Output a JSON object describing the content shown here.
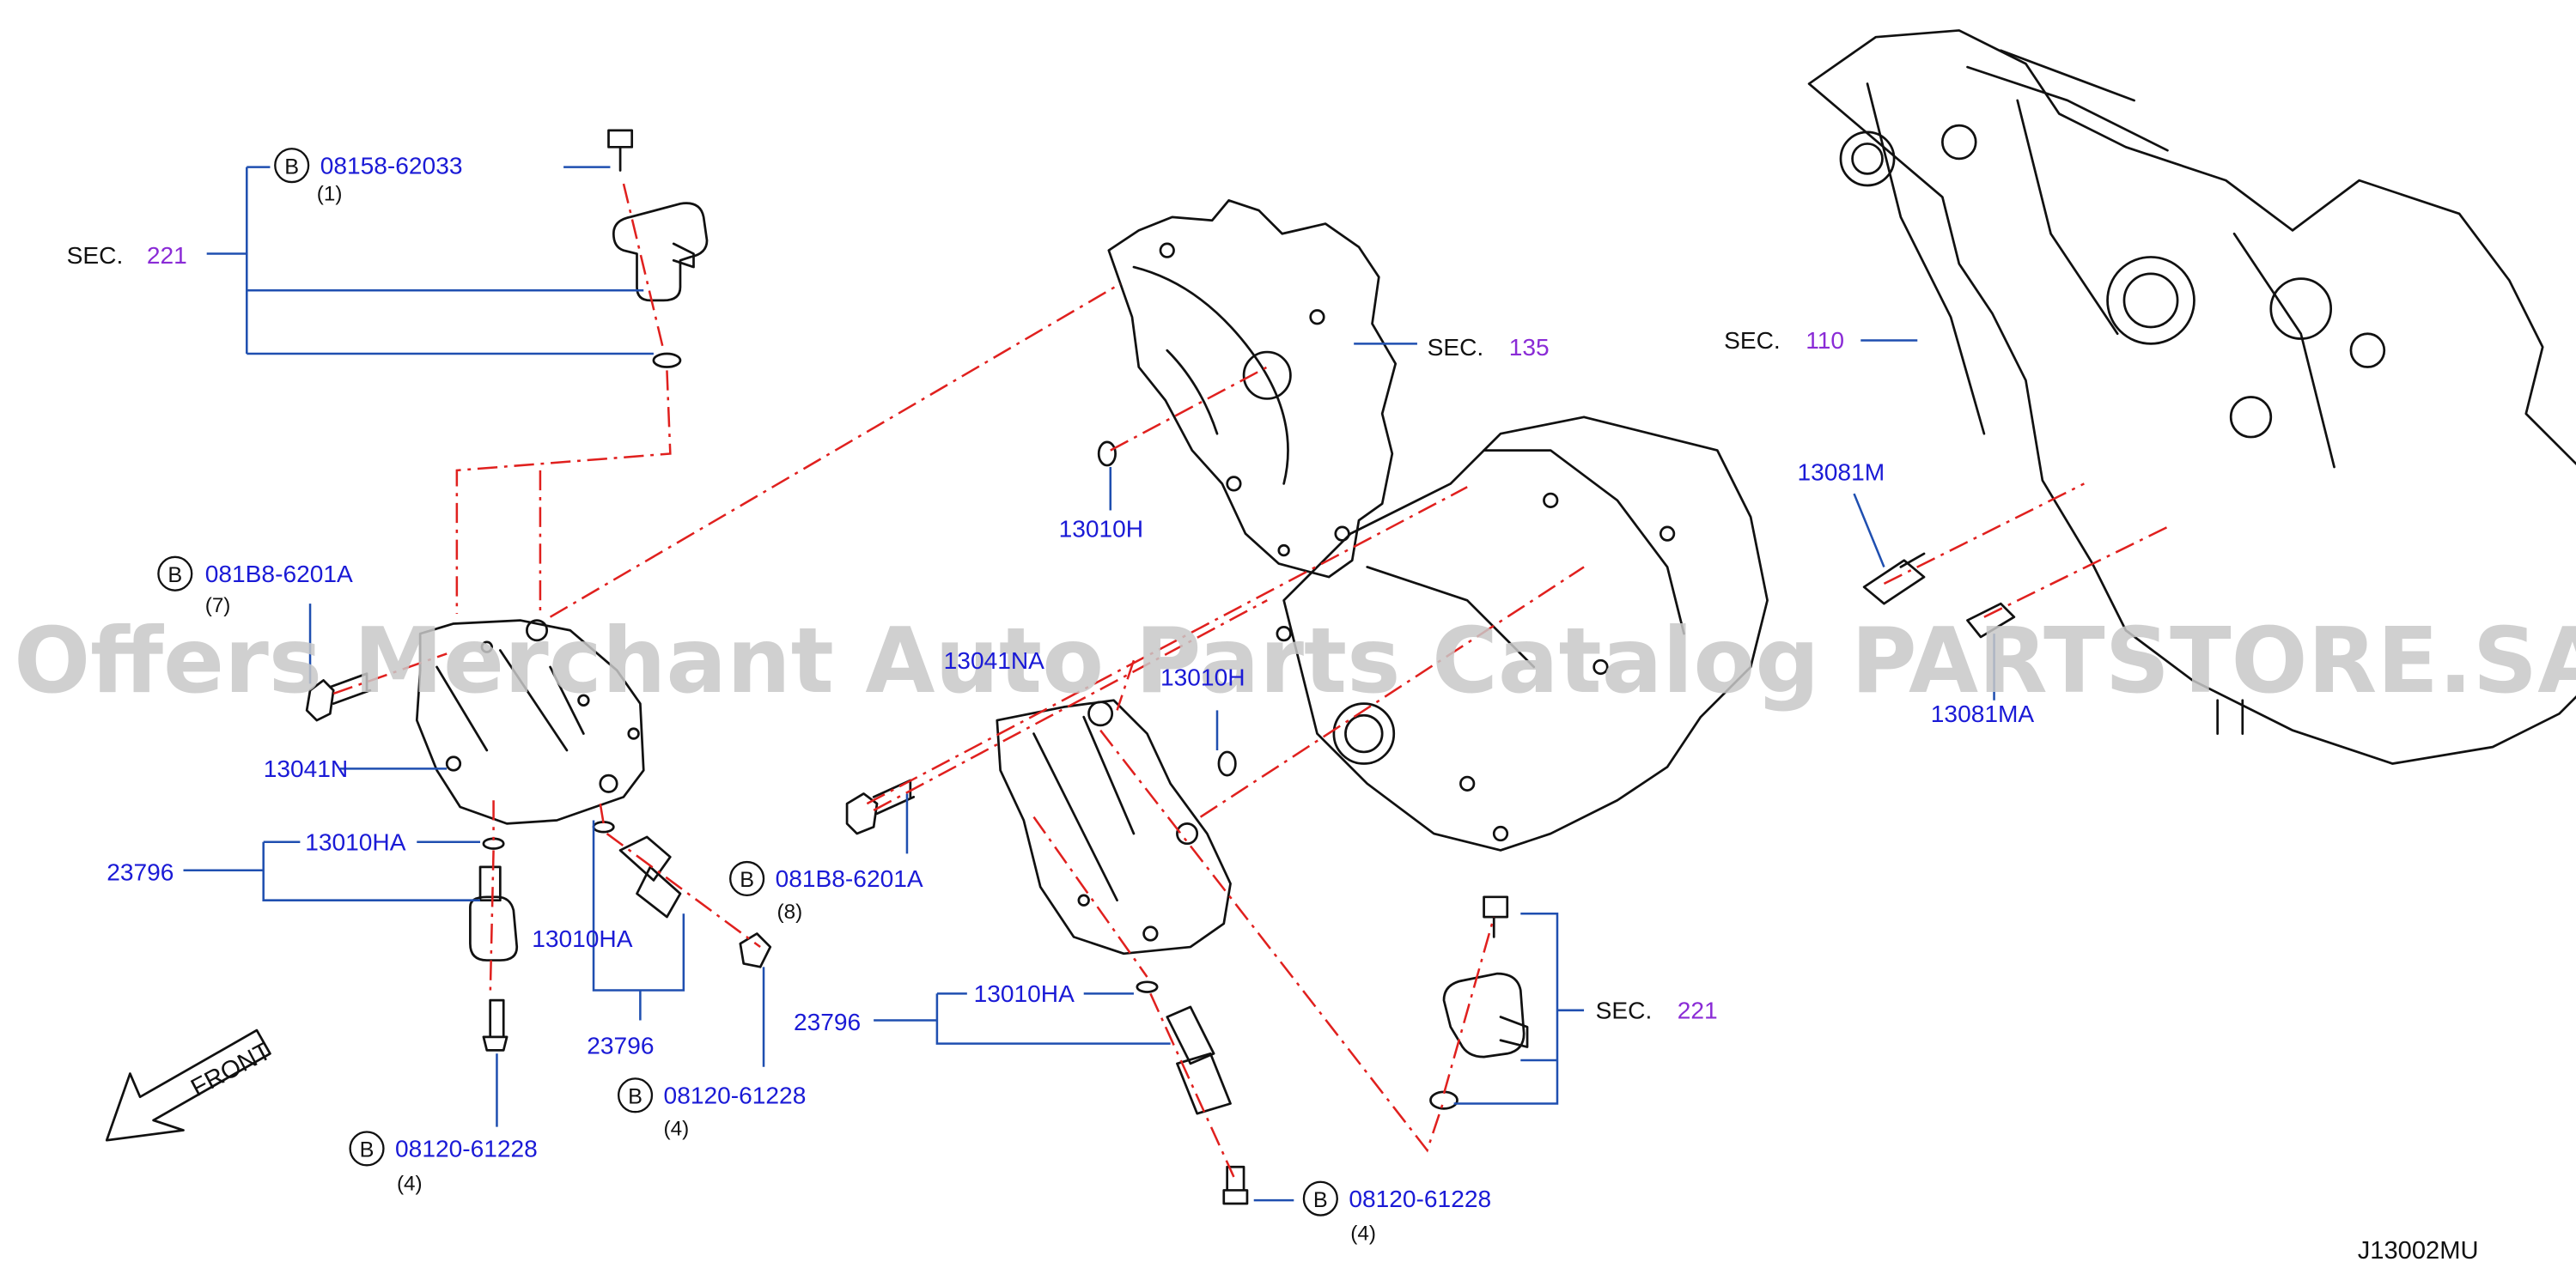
{
  "colors": {
    "part_number": "#1a1ad6",
    "section_number": "#8a2bd6",
    "leader_line": "#1f4fb0",
    "dash_line": "#e0201e",
    "outline": "#111111",
    "watermark": "#c8c8c8"
  },
  "watermark": "Offers Merchant Auto Parts Catalog PARTSTORE.SA",
  "diagram_code": "J13002MU",
  "front_label": "FRONT",
  "sections": [
    {
      "prefix": "SEC.",
      "number": "221"
    },
    {
      "prefix": "SEC.",
      "number": "135"
    },
    {
      "prefix": "SEC.",
      "number": "110"
    },
    {
      "prefix": "SEC.",
      "number": "221"
    }
  ],
  "bolt_callouts": [
    {
      "marker": "B",
      "part": "08158-62033",
      "qty": "(1)"
    },
    {
      "marker": "B",
      "part": "081B8-6201A",
      "qty": "(7)"
    },
    {
      "marker": "B",
      "part": "081B8-6201A",
      "qty": "(8)"
    },
    {
      "marker": "B",
      "part": "08120-61228",
      "qty": "(4)"
    },
    {
      "marker": "B",
      "part": "08120-61228",
      "qty": "(4)"
    },
    {
      "marker": "B",
      "part": "08120-61228",
      "qty": "(4)"
    }
  ],
  "part_labels": [
    "13010H",
    "13081M",
    "13081MA",
    "13041N",
    "13010HA",
    "23796",
    "13010HA",
    "23796",
    "13041NA",
    "13010H",
    "13010HA",
    "23796"
  ]
}
